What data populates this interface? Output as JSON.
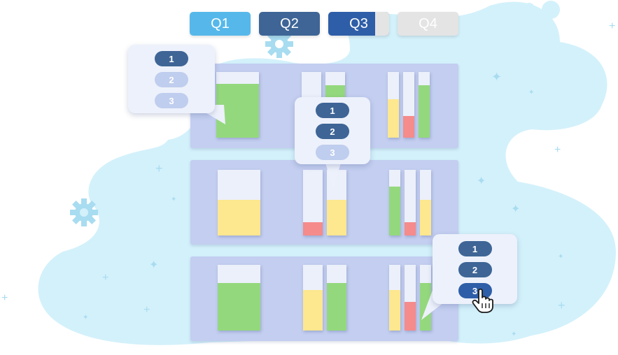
{
  "tabs": [
    {
      "label": "Q1",
      "color": "#56b8ea",
      "state": "normal"
    },
    {
      "label": "Q2",
      "color": "#3e6596",
      "state": "normal"
    },
    {
      "label": "Q3",
      "color": "#2f5ea8",
      "state": "selected"
    },
    {
      "label": "Q4",
      "color": "#e4e4e4",
      "state": "disabled"
    }
  ],
  "colors": {
    "cloud": "#d3f1fb",
    "panel": "#c3cef0",
    "bar_track": "#ecf0fa",
    "green": "#94d87d",
    "yellow": "#fde78f",
    "red": "#f58b8b"
  },
  "shelves": [
    {
      "groups": [
        {
          "bars": [
            {
              "fill": "green",
              "level": 0.82
            }
          ]
        },
        {
          "bars": [
            {
              "fill": "none",
              "level": 0
            },
            {
              "fill": "green",
              "level": 0.8
            }
          ]
        },
        {
          "bars": [
            {
              "fill": "yellow",
              "level": 0.58
            },
            {
              "fill": "red",
              "level": 0.33
            },
            {
              "fill": "green",
              "level": 0.8
            }
          ]
        }
      ]
    },
    {
      "groups": [
        {
          "bars": [
            {
              "fill": "yellow",
              "level": 0.54
            }
          ]
        },
        {
          "bars": [
            {
              "fill": "red",
              "level": 0.2
            },
            {
              "fill": "yellow",
              "level": 0.54
            }
          ]
        },
        {
          "bars": [
            {
              "fill": "green",
              "level": 0.74
            },
            {
              "fill": "red",
              "level": 0.2
            },
            {
              "fill": "yellow",
              "level": 0.54
            }
          ]
        }
      ]
    },
    {
      "groups": [
        {
          "bars": [
            {
              "fill": "green",
              "level": 0.72
            }
          ]
        },
        {
          "bars": [
            {
              "fill": "yellow",
              "level": 0.62
            },
            {
              "fill": "green",
              "level": 0.72
            }
          ]
        },
        {
          "bars": [
            {
              "fill": "yellow",
              "level": 0.62
            },
            {
              "fill": "red",
              "level": 0.44
            },
            {
              "fill": "green",
              "level": 0.72
            }
          ]
        }
      ]
    }
  ],
  "popups": [
    {
      "options": [
        "1",
        "2",
        "3"
      ],
      "selected": 0
    },
    {
      "options": [
        "1",
        "2",
        "3"
      ],
      "selected": 1
    },
    {
      "options": [
        "1",
        "2",
        "3"
      ],
      "selected": 2
    }
  ],
  "icons": [
    "gear-icon",
    "gear-icon",
    "sparkle-icon",
    "hand-cursor-icon"
  ]
}
